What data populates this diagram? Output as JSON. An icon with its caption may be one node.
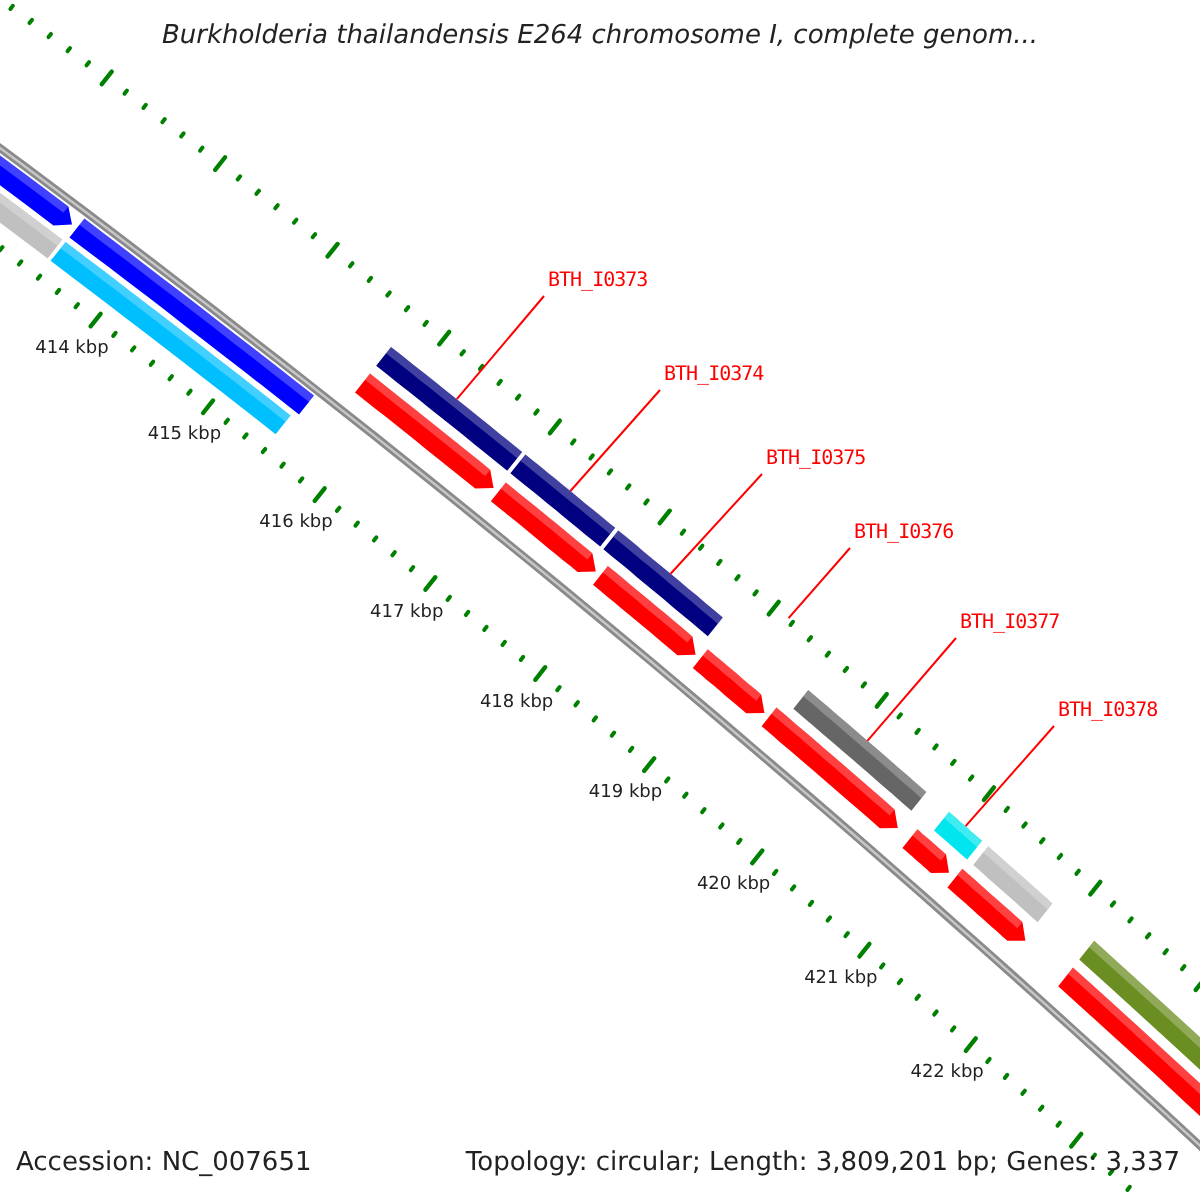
{
  "diagram": {
    "title": "Burkholderia thailandensis E264 chromosome I, complete genom...",
    "nodes": [
      {
        "text": [
          "BTH_I0373"
        ]
      },
      {
        "text": [
          "BTH_I0374"
        ]
      },
      {
        "text": [
          "BTH_I0375"
        ]
      },
      {
        "text": [
          "BTH_I0376"
        ]
      },
      {
        "text": [
          "BTH_I0377"
        ]
      },
      {
        "text": [
          "BTH_I0378"
        ]
      },
      {
        "text": [],
        "shape": "bar"
      },
      {
        "text": [],
        "shape": "bar"
      },
      {
        "text": [],
        "shape": "bar"
      },
      {
        "text": [],
        "shape": "bar"
      },
      {
        "text": [],
        "shape": "bar"
      }
    ],
    "edges": [
      {
        "from": 0,
        "to": 6,
        "arrow": "none"
      },
      {
        "from": 1,
        "to": 7,
        "arrow": "none"
      },
      {
        "from": 2,
        "to": 8,
        "arrow": "none"
      },
      {
        "from": 3,
        "to": null,
        "arrow": "none"
      },
      {
        "from": 4,
        "to": 9,
        "arrow": "none"
      },
      {
        "from": 5,
        "to": 10,
        "arrow": "none"
      }
    ],
    "labels": [
      "414 kbp",
      "415 kbp",
      "416 kbp",
      "417 kbp",
      "418 kbp",
      "419 kbp",
      "420 kbp",
      "421 kbp",
      "422 kbp",
      "Accession: NC_007651",
      "Topology: circular; Length: 3,809,201 bp; Genes: 3,337"
    ]
  }
}
